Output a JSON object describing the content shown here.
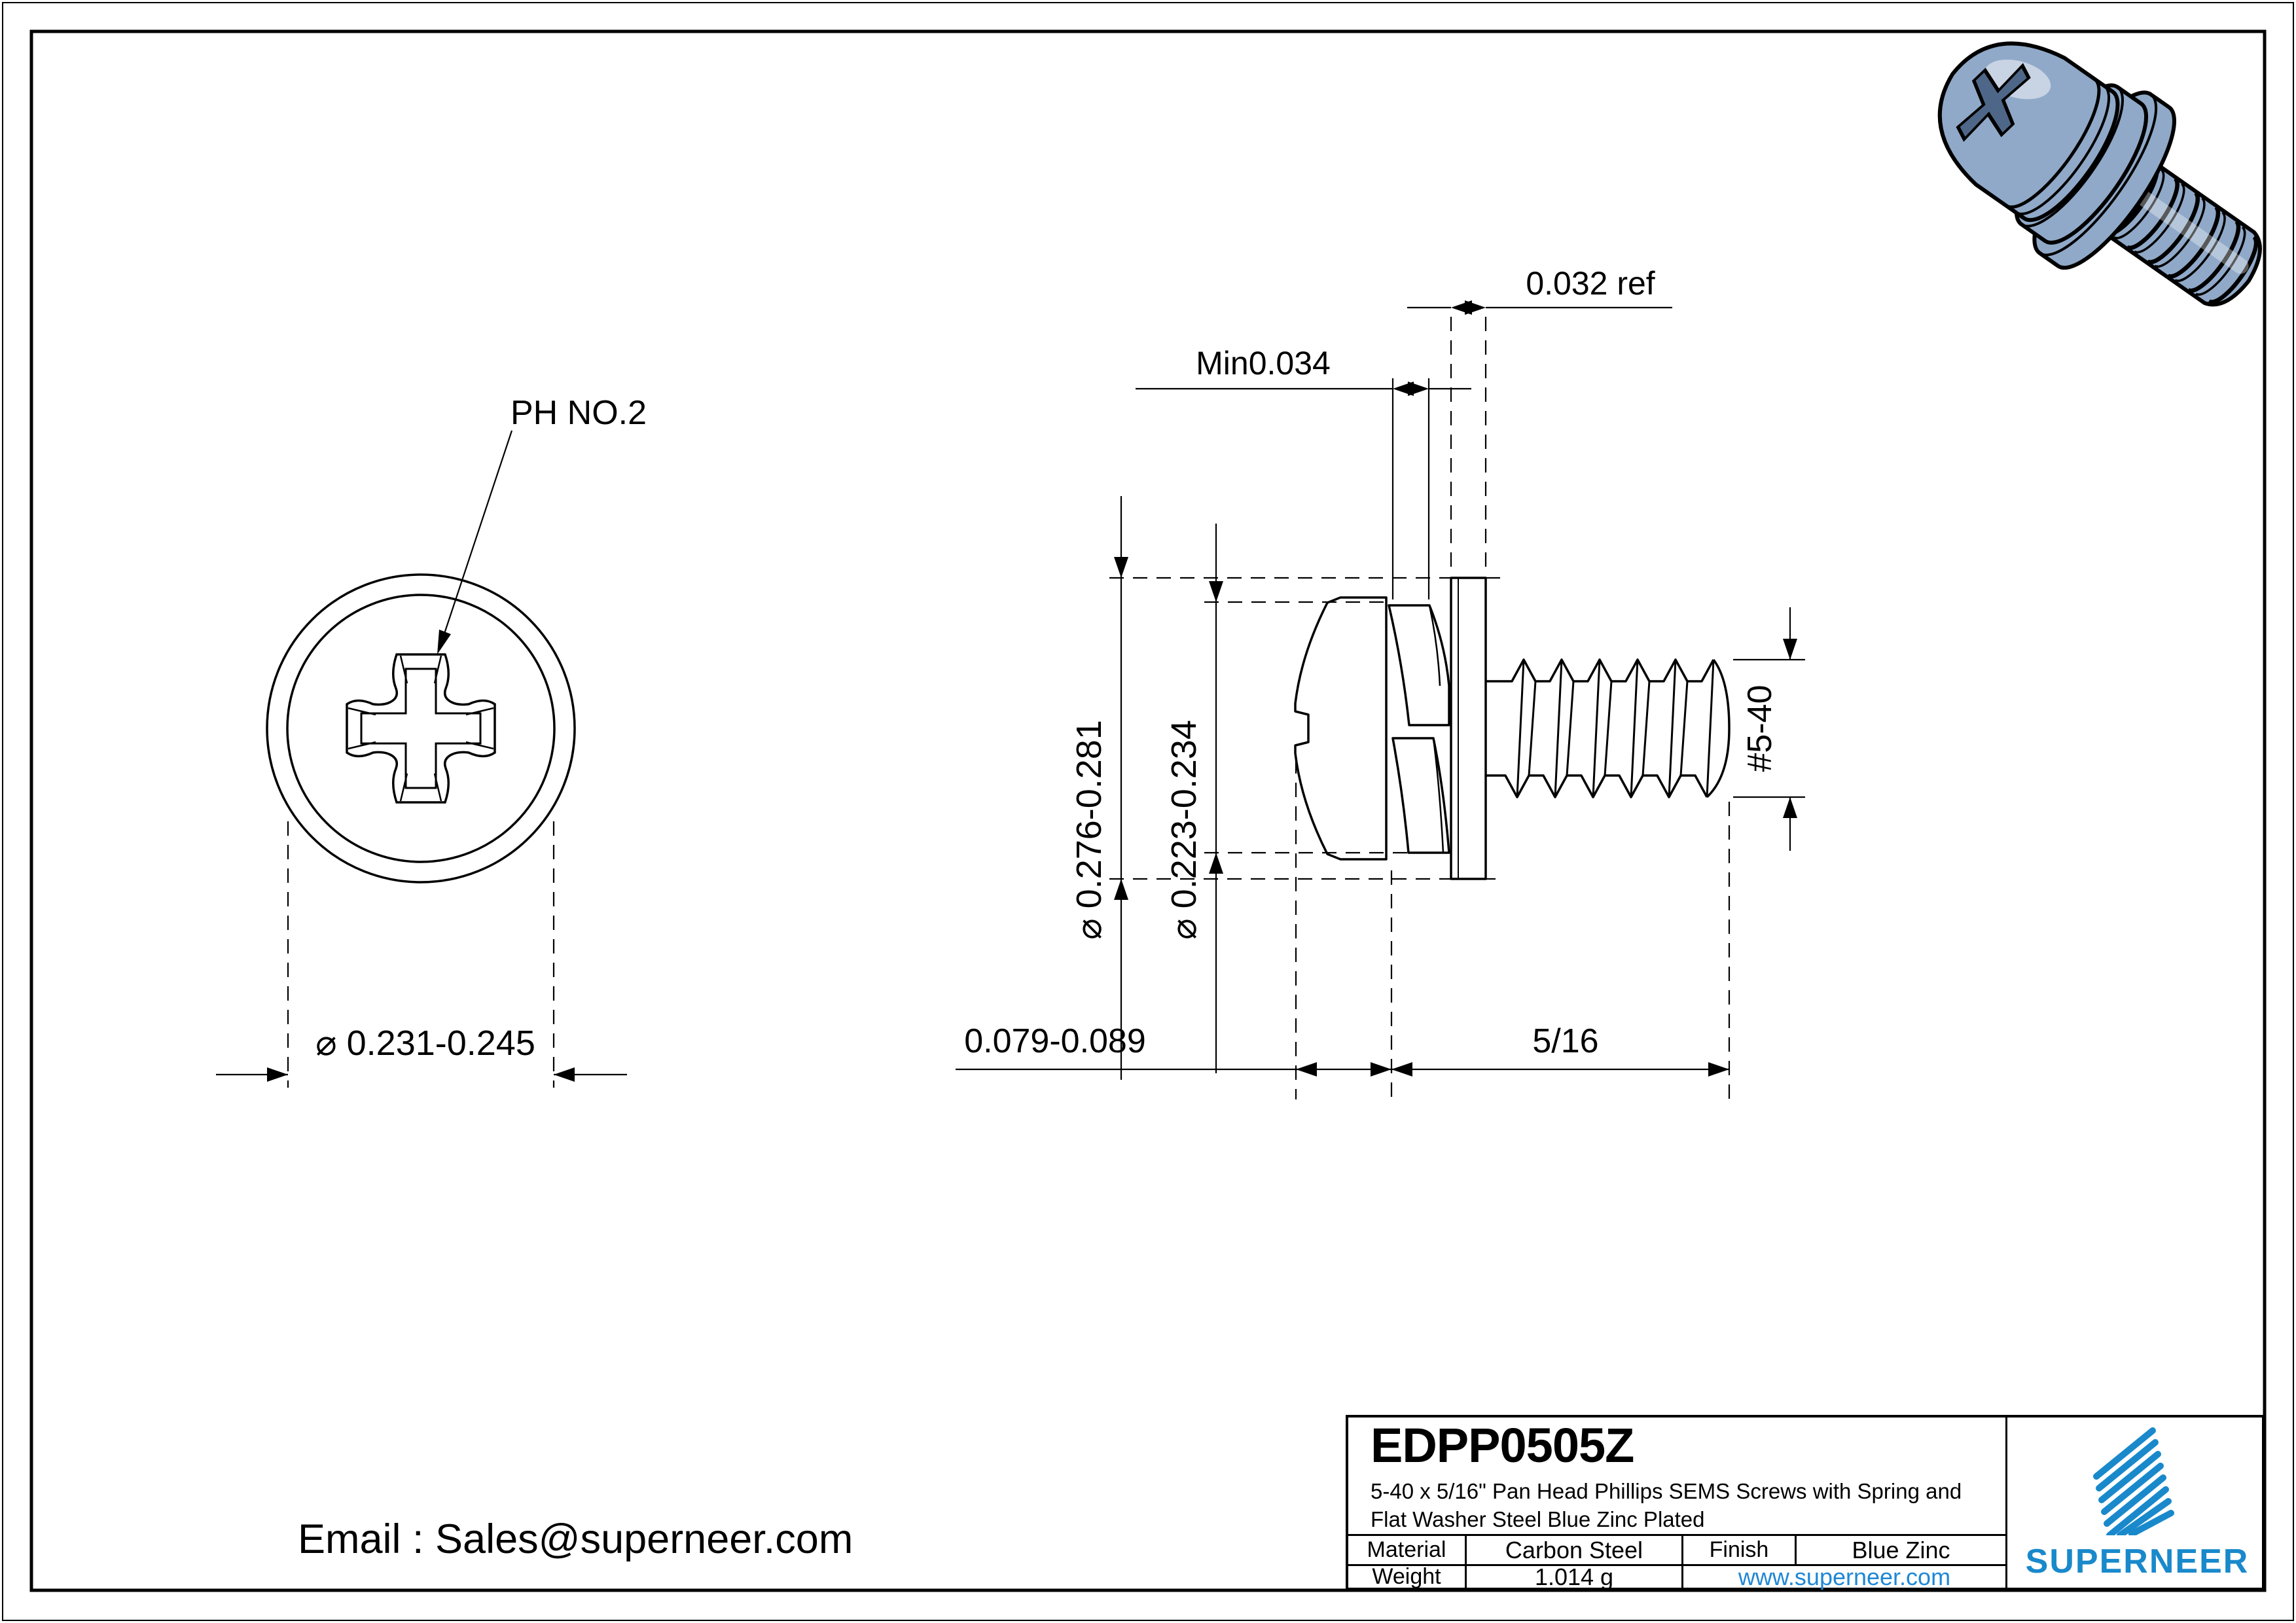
{
  "front_view": {
    "drive_label": "PH NO.2",
    "head_diameter": "⌀ 0.231-0.245"
  },
  "side_view": {
    "flat_washer_thickness": "0.032 ref",
    "spring_washer_thickness": "Min0.034",
    "flat_washer_od": "⌀ 0.276-0.281",
    "spring_washer_od": "⌀ 0.223-0.234",
    "head_height": "0.079-0.089",
    "thread_length": "5/16",
    "thread_size": "#5-40"
  },
  "title_block": {
    "part_number": "EDPP0505Z",
    "description_line1": "5-40 x 5/16\" Pan Head Phillips SEMS Screws with Spring and",
    "description_line2": "Flat Washer Steel Blue Zinc Plated",
    "material_label": "Material",
    "material_value": "Carbon Steel",
    "finish_label": "Finish",
    "finish_value": "Blue Zinc",
    "weight_label": "Weight",
    "weight_value": "1.014 g",
    "website": "www.superneer.com",
    "brand": "SUPERNEER"
  },
  "footer": {
    "email": "Email : Sales@superneer.com"
  },
  "colors": {
    "line": "#000000",
    "brand_blue": "#1989cb",
    "link_blue": "#1e87d6",
    "screw_body": "#90a9c8",
    "screw_recess": "#4e6788"
  }
}
